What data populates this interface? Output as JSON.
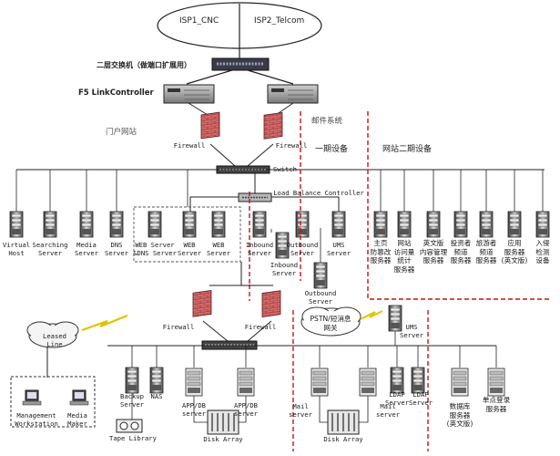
{
  "isp": [
    "ISP1_CNC",
    "ISP2_Telcom"
  ],
  "layer2_switch_label": "二层交换机（做端口扩展用）",
  "f5_label": "F5 LinkController",
  "portal_label": "门户网站",
  "mail_system_label": "邮件系统",
  "phase1_label": "一期设备",
  "phase2_label": "网站二期设备",
  "firewall_label": "Firewall",
  "switch_label": "Switch",
  "lbc_label": "Load Balance Controller",
  "top_servers": [
    {
      "id": "virtual-host",
      "label": "Virtual\nHost"
    },
    {
      "id": "searching-server",
      "label": "Searching\nServer"
    },
    {
      "id": "media-server",
      "label": "Media\nServer"
    },
    {
      "id": "dns-server",
      "label": "DNS\nServer"
    },
    {
      "id": "web-server-dns",
      "label": "WEB Server\n&DNS Server"
    },
    {
      "id": "web-server-1",
      "label": "WEB\nServer"
    },
    {
      "id": "web-server-2",
      "label": "WEB\nServer"
    },
    {
      "id": "inbound-server-1",
      "label": "Inbound\nServer"
    },
    {
      "id": "outbound-server-1",
      "label": "Outbound\nServer"
    },
    {
      "id": "ums-server-1",
      "label": "UMS\nServer"
    }
  ],
  "extra_servers": [
    {
      "id": "inbound-server-2",
      "label": "Inbound\nServer"
    },
    {
      "id": "outbound-server-2",
      "label": "Outbound\nServer"
    }
  ],
  "phase2_servers": [
    {
      "id": "anti-tamper-server",
      "label": "主页\n防篡改\n服务器"
    },
    {
      "id": "traffic-stats-server",
      "label": "网站\n访问量\n统计\n服务器"
    },
    {
      "id": "en-cms-server",
      "label": "英文版\n内容管理\n服务器"
    },
    {
      "id": "investor-server",
      "label": "投资者\n频道\n服务器"
    },
    {
      "id": "tourist-server",
      "label": "旅游者\n频道\n服务器"
    },
    {
      "id": "app-server-en",
      "label": "应用\n服务器\n(英文版)"
    },
    {
      "id": "ids-device",
      "label": "入侵\n检测\n设备"
    }
  ],
  "leased_line_label": "Leased Line",
  "pstn_label": "PSTN/短消息\n网关",
  "ums_server_label": "UMS\nServer",
  "management_label": "Management\nWorkstation",
  "media_maker_label": "Media Maker",
  "bottom_servers": [
    {
      "id": "backup-server",
      "label": "Backup\nServer"
    },
    {
      "id": "nas",
      "label": "NAS"
    },
    {
      "id": "app-db-server-1",
      "label": "APP/DB\nserver"
    },
    {
      "id": "app-db-server-2",
      "label": "APP/DB\nserver"
    },
    {
      "id": "mail-server-1",
      "label": "Mail\nserver"
    },
    {
      "id": "mail-server-2",
      "label": "Mail\nserver"
    },
    {
      "id": "ldap-server-1",
      "label": "LDAP\nServer"
    },
    {
      "id": "ldap-server-2",
      "label": "LDAP\nServer"
    },
    {
      "id": "db-server-en",
      "label": "数据库\n服务器\n(英文版)"
    },
    {
      "id": "sso-server",
      "label": "单点登录\n服务器"
    }
  ],
  "tape_library_label": "Tape Library",
  "disk_array_label": "Disk Array",
  "colors": {
    "red_dash": "#cc1111",
    "brick": "#c24a4a",
    "ink": "#222222"
  }
}
